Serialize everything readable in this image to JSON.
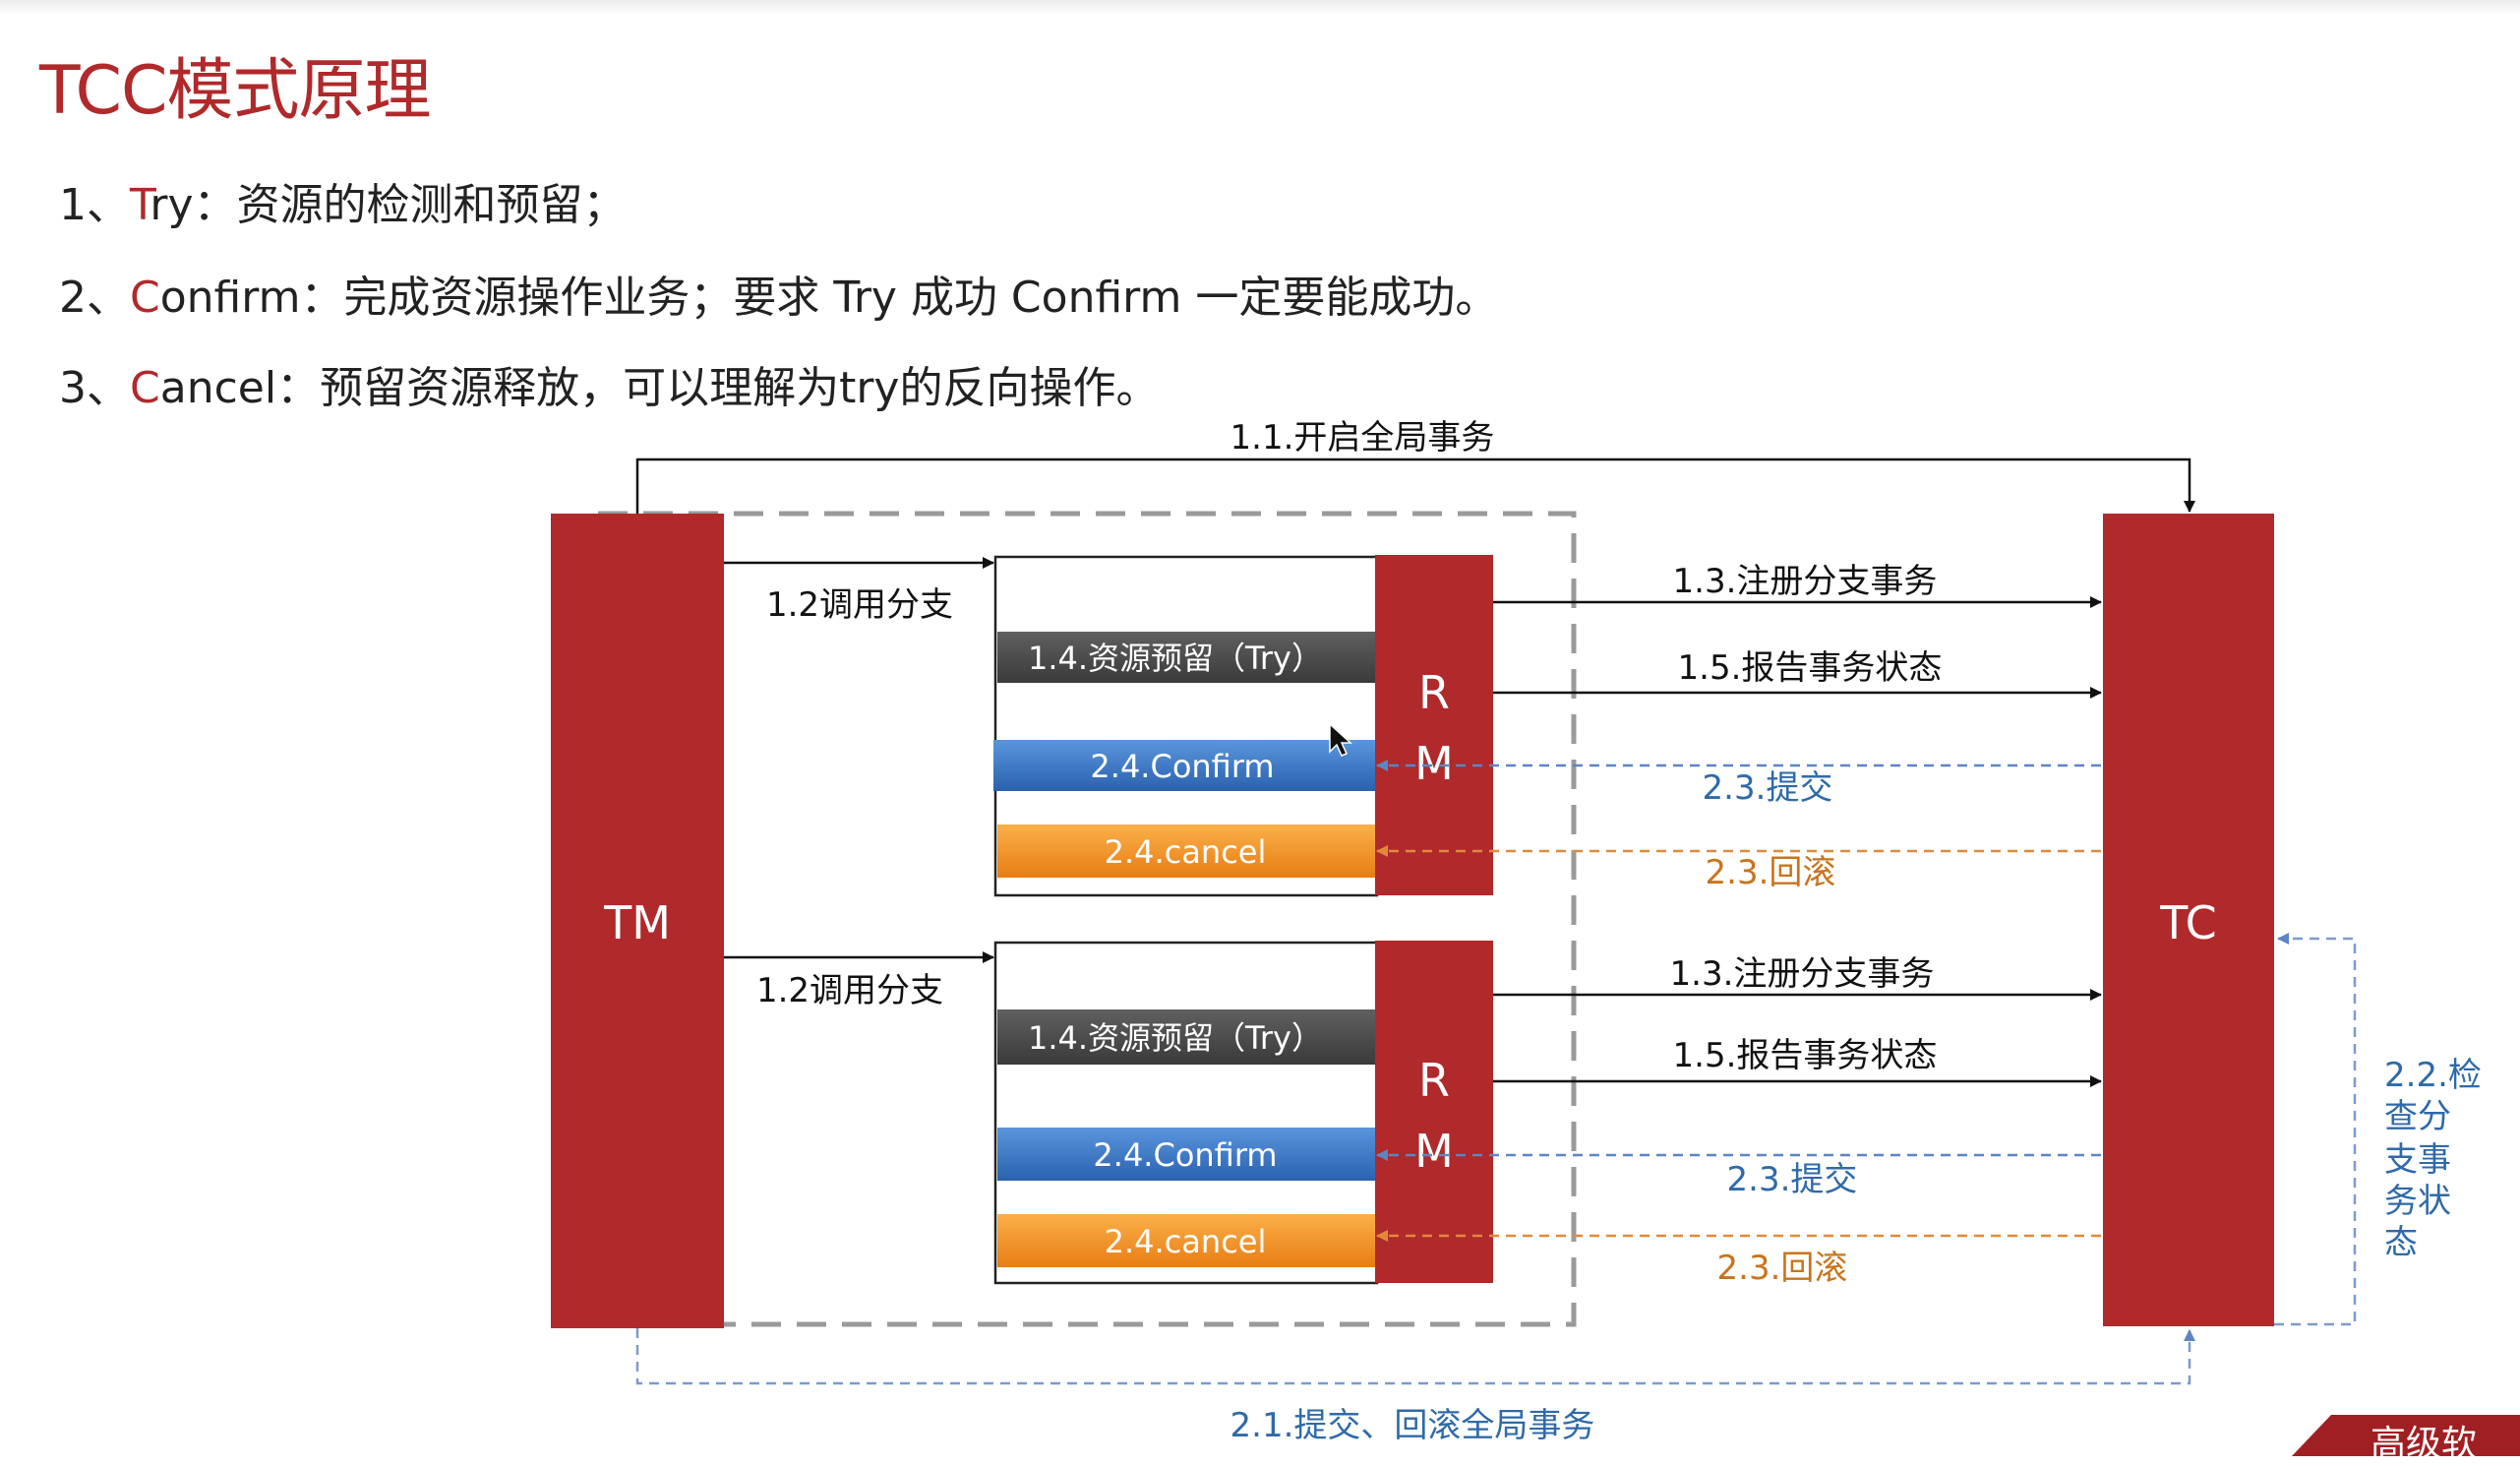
{
  "title": "TCC模式原理",
  "list": [
    {
      "num": "1、",
      "kw_first": "T",
      "kw_rest": "ry",
      "text": "：资源的检测和预留；"
    },
    {
      "num": "2、",
      "kw_first": "C",
      "kw_rest": "onfirm",
      "text": "：完成资源操作业务；要求 Try 成功 Confirm 一定要能成功。"
    },
    {
      "num": "3、",
      "kw_first": "C",
      "kw_rest": "ancel",
      "text": "：预留资源释放，可以理解为try的反向操作。"
    }
  ],
  "diagram": {
    "tm_label": "TM",
    "tc_label": "TC",
    "rm_label_r": "R",
    "rm_label_m": "M",
    "open_global": "1.1.开启全局事务",
    "call_branch_1": "1.2调用分支",
    "call_branch_2": "1.2调用分支",
    "try_1": "1.4.资源预留（Try）",
    "try_2": "1.4.资源预留（Try）",
    "confirm_1": "2.4.Confirm",
    "confirm_2": "2.4.Confirm",
    "cancel_1": "2.4.cancel",
    "cancel_2": "2.4.cancel",
    "register_1": "1.3.注册分支事务",
    "register_2": "1.3.注册分支事务",
    "report_1": "1.5.报告事务状态",
    "report_2": "1.5.报告事务状态",
    "commit_1": "2.3.提交",
    "commit_2": "2.3.提交",
    "rollback_1": "2.3.回滚",
    "rollback_2": "2.3.回滚",
    "check_status": [
      "2.2.检",
      "查分",
      "支事",
      "务状",
      "态"
    ],
    "global_commit": "2.1.提交、回滚全局事务"
  },
  "corner_brand": "高级软",
  "colors": {
    "red": "#b0292b",
    "blue": "#2e6eb8",
    "orange": "#f08a1e",
    "dark": "#4a4a4a",
    "blue_text": "#2f6aa8",
    "orange_text": "#c8741c"
  }
}
